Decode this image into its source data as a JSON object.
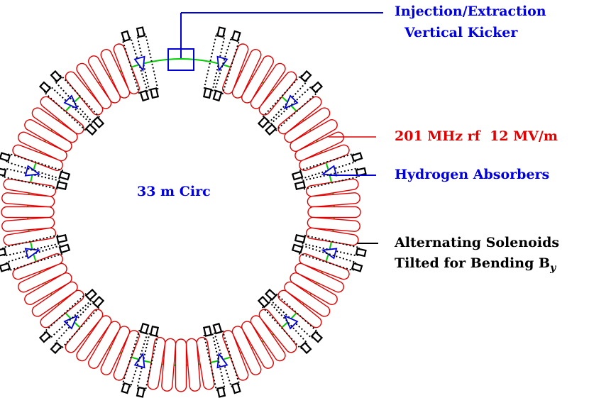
{
  "labels": {
    "injection_line1": "Injection/Extraction",
    "injection_line2": "Vertical Kicker",
    "rf": "201 MHz rf  12 MV/m",
    "absorbers": "Hydrogen Absorbers",
    "solenoids_line1": "Alternating Solenoids",
    "solenoids_line2_prefix": "Tilted for Bending B",
    "solenoids_line2_subscript": "y",
    "circumference": "33 m Circ"
  },
  "colors": {
    "rf_cavity": "#e00000",
    "absorber": "#0000dd",
    "kicker": "#0000dd",
    "beam_orbit": "#00cc00",
    "solenoid": "#000000",
    "text_blue": "#0000dd",
    "text_red": "#e00000",
    "text_black": "#000000"
  },
  "ring": {
    "cells": 12,
    "cavities_per_cell": 5,
    "absorbers": 12,
    "kicker_position": "top"
  }
}
